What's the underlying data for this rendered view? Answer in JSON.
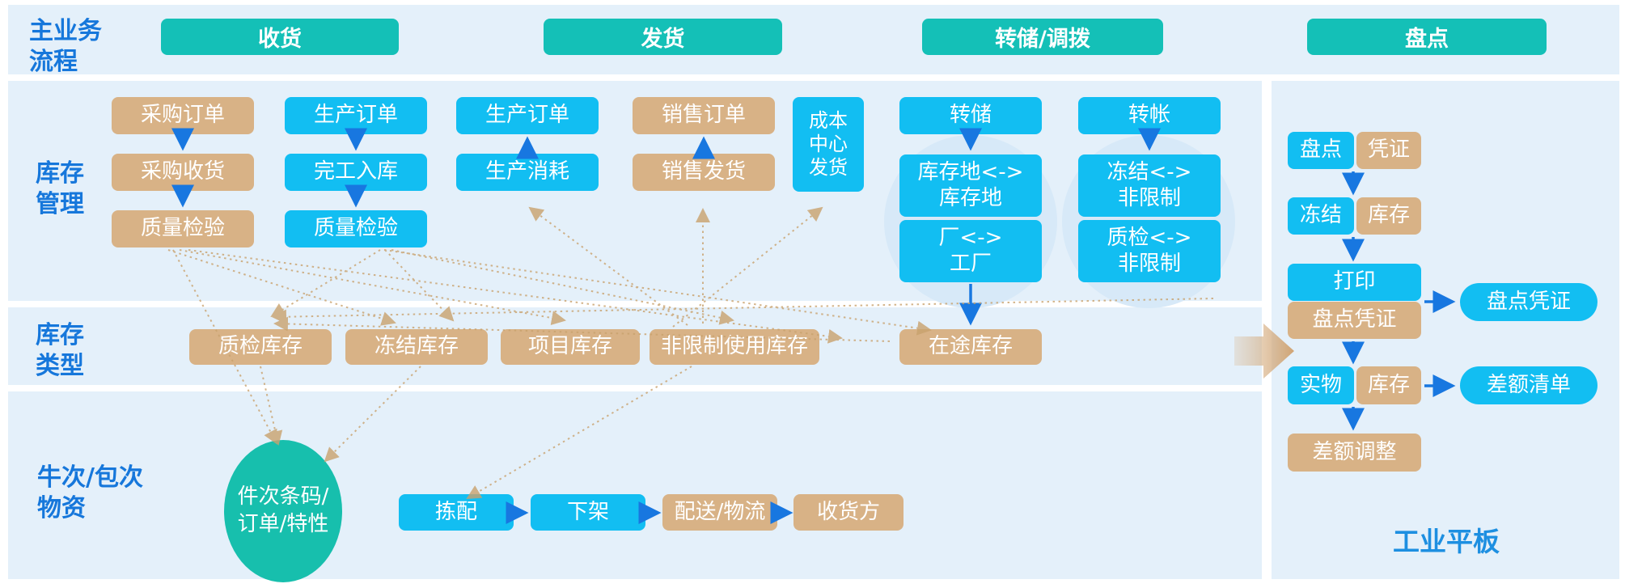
{
  "colors": {
    "band_bg": "#E4F0FA",
    "teal_banner": "#14C0B7",
    "cyan_node": "#12BEF2",
    "tan_node": "#D8B286",
    "rail_blue": "#1677DB",
    "arrow_blue": "#1877E0",
    "dotted_tan": "#C9A26E",
    "backdrop_circle": "#D7E9F8",
    "caption_blue": "#1D8FE1",
    "circle_teal": "#17BFAD"
  },
  "rails": {
    "main": "主业务\n流程",
    "management": "库存\n管理",
    "types": "库存\n类型",
    "batch": "牛次/包次\n物资"
  },
  "banners": {
    "receiving": "收货",
    "shipping": "发货",
    "transfer": "转储/调拨",
    "stocktake": "盘点"
  },
  "management": {
    "purchase_order": "采购订单",
    "purchase_receipt": "采购收货",
    "quality_check_1": "质量检验",
    "production_order_1": "生产订单",
    "finished_storage": "完工入库",
    "quality_check_2": "质量检验",
    "production_order_2": "生产订单",
    "production_consumption": "生产消耗",
    "sales_order": "销售订单",
    "sales_delivery": "销售发货",
    "cost_center_delivery": "成本\n中心\n发货",
    "transfer_storage": "转储",
    "loc_to_loc": "库存地<->\n库存地",
    "plant_to_plant": "厂<->\n工厂",
    "transfer_posting": "转帐",
    "frozen_to_unrestricted": "冻结<->\n非限制",
    "qc_to_unrestricted": "质检<->\n非限制"
  },
  "stock_types": {
    "qc_stock": "质检库存",
    "frozen_stock": "冻结库存",
    "project_stock": "项目库存",
    "unrestricted_stock": "非限制使用库存",
    "in_transit_stock": "在途库存"
  },
  "batch": {
    "circle": "件次条码/\n订单/特性",
    "picking": "拣配",
    "unshelve": "下架",
    "delivery_logistics": "配送/物流",
    "receiver": "收货方"
  },
  "panel": {
    "stocktake": "盘点",
    "voucher": "凭证",
    "freeze": "冻结",
    "stock_1": "库存",
    "print": "打印",
    "stocktake_voucher": "盘点凭证",
    "physical": "实物",
    "stock_2": "库存",
    "difference_adjust": "差额调整",
    "pill_stocktake_voucher": "盘点凭证",
    "pill_difference_list": "差额清单",
    "caption": "工业平板"
  }
}
